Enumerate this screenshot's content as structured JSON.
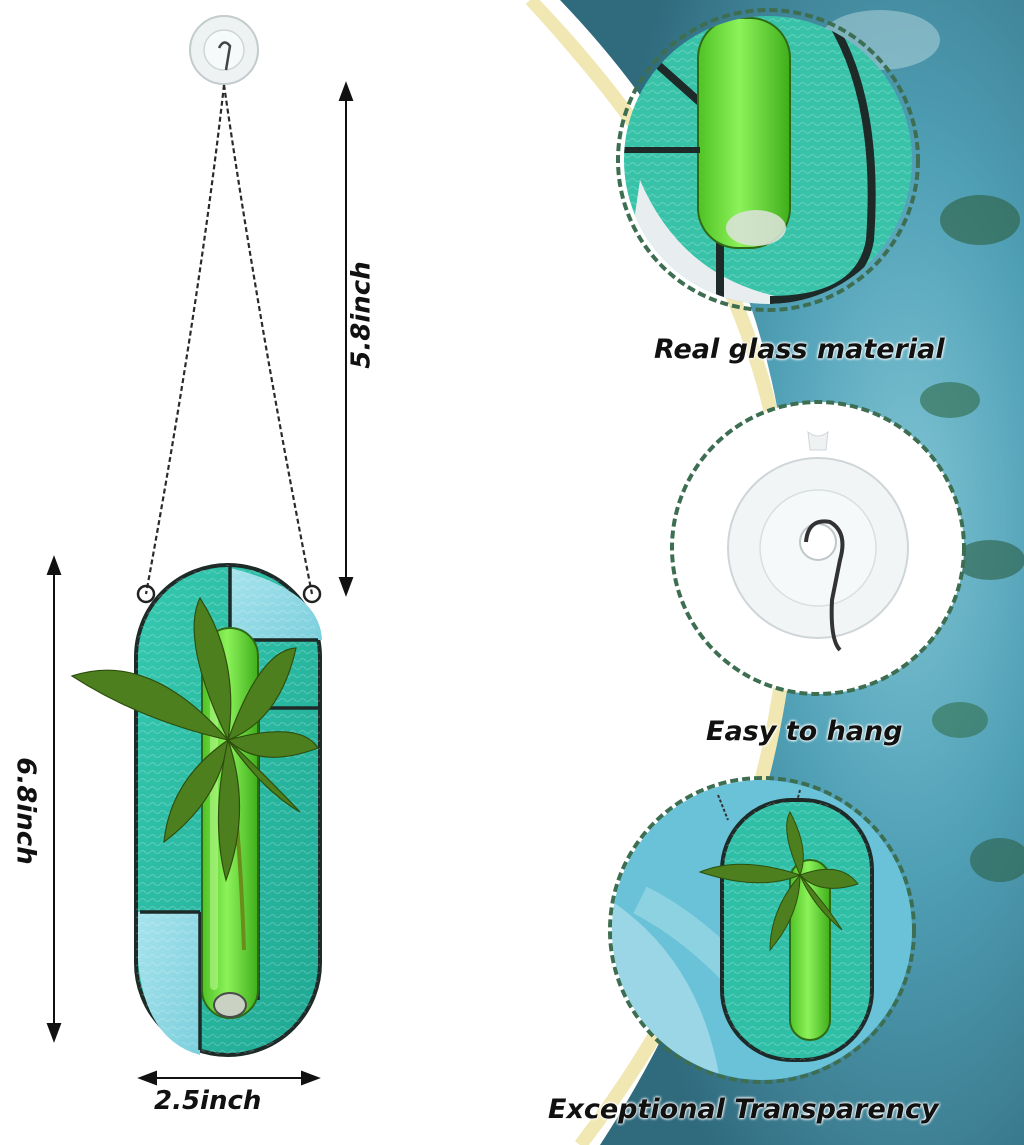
{
  "dimensions": {
    "chain_length": "5.8inch",
    "panel_height": "6.8inch",
    "panel_width": "2.5inch"
  },
  "features": [
    {
      "caption": "Real glass material",
      "icon": "glass-closeup-icon"
    },
    {
      "caption": "Easy to hang",
      "icon": "suction-cup-hook-icon"
    },
    {
      "caption": "Exceptional Transparency",
      "icon": "window-transparency-icon"
    }
  ],
  "colors": {
    "glass_teal": "#2bbfa8",
    "glass_light": "#8fd9e4",
    "test_tube_green": "#6fe63a",
    "leaf_green": "#4e7f1e",
    "lead_came": "#1d2a28",
    "accent_yellow": "#f1e7b2",
    "backdrop_blue": "#4f9fb5"
  }
}
